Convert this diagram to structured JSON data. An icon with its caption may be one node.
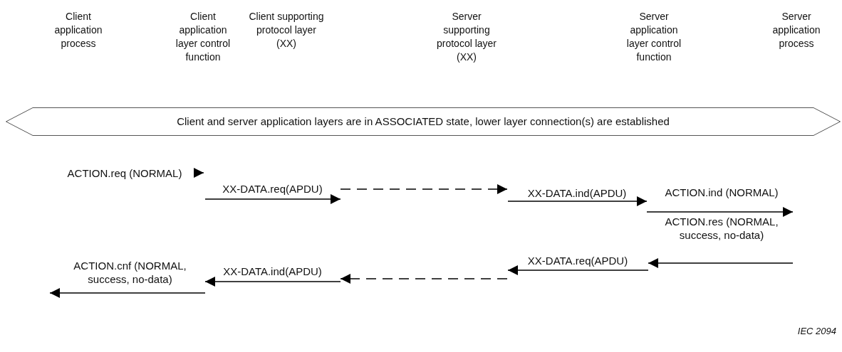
{
  "diagram": {
    "nodes": [
      {
        "text": [
          "Client application process"
        ]
      },
      {
        "text": [
          "Client application layer control function"
        ]
      },
      {
        "text": [
          "Client supporting protocol layer (XX)"
        ]
      },
      {
        "text": [
          "Server supporting protocol layer (XX)"
        ]
      },
      {
        "text": [
          "Server application layer control function"
        ]
      },
      {
        "text": [
          "Server application process"
        ]
      },
      {
        "text": [
          "Client and server application layers are in ASSOCIATED state, lower layer connection(s) are established"
        ]
      }
    ],
    "labels": [
      "ACTION.req (NORMAL)",
      "XX-DATA.req(APDU)",
      "XX-DATA.ind(APDU)",
      "ACTION.ind (NORMAL)",
      "ACTION.res (NORMAL, success, no-data)",
      "ACTION.cnf (NORMAL, success, no-data)",
      "XX-DATA.req(APDU)",
      "XX-DATA.ind(APDU)",
      "IEC 2094"
    ]
  }
}
